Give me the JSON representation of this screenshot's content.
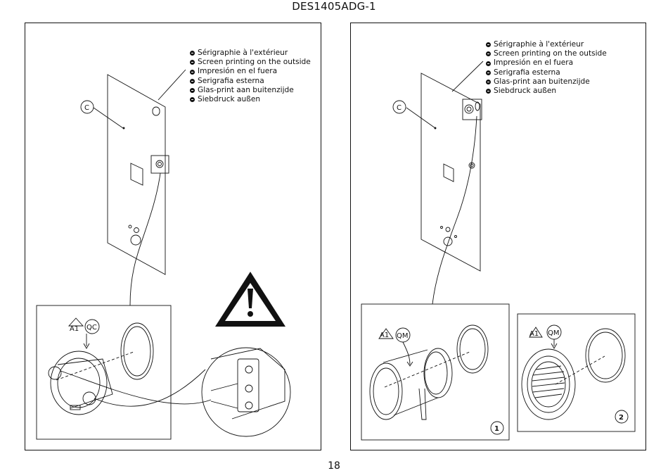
{
  "document": {
    "title": "DES1405ADG-1",
    "page_number": "18"
  },
  "legend": {
    "items": [
      "Sérigraphie à l'extérieur",
      "Screen printing on the outside",
      "Impresión en el fuera",
      "Serigrafia esterna",
      "Glas-print aan buitenzijde",
      "Siebdruck außen"
    ]
  },
  "labels": {
    "panel_part": "C",
    "part_code": "A1",
    "left_code": "QC",
    "right_code": "QM",
    "step_1": "1",
    "step_2": "2"
  },
  "colors": {
    "line": "#111111",
    "warning_fill": "#111111"
  },
  "icons": [
    "warning-icon"
  ]
}
